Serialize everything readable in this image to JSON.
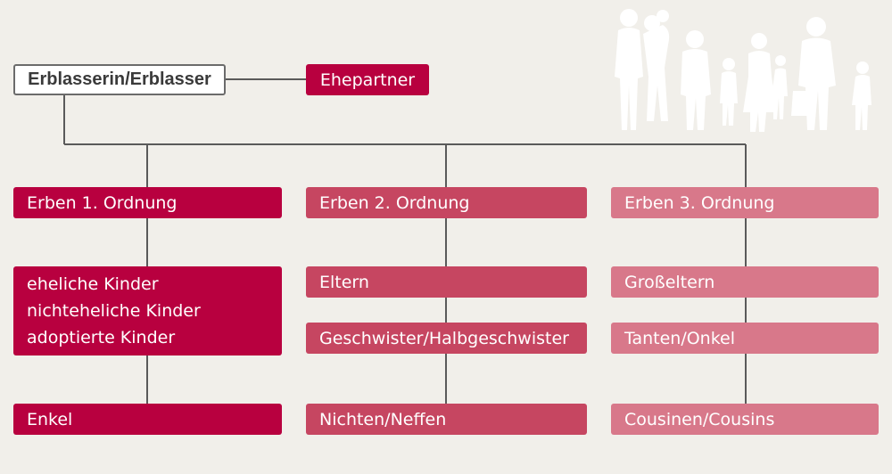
{
  "root": {
    "label": "Erblasserin/Erblasser"
  },
  "spouse": {
    "label": "Ehepartner"
  },
  "orders": [
    {
      "heading": "Erben 1. Ordnung",
      "members": [
        "eheliche Kinder",
        "nichteheliche Kinder",
        "adoptierte Kinder"
      ],
      "descendants": "Enkel",
      "color": "#b8003f"
    },
    {
      "heading": "Erben 2. Ordnung",
      "members": [
        "Eltern"
      ],
      "siblings": "Geschwister/Halbgeschwister",
      "descendants": "Nichten/Neffen",
      "color": "#c64661"
    },
    {
      "heading": "Erben 3. Ordnung",
      "members": [
        "Großeltern"
      ],
      "siblings": "Tanten/Onkel",
      "descendants": "Cousinen/Cousins",
      "color": "#d8788a"
    }
  ],
  "colors": {
    "background": "#f1efea",
    "lines": "#5a5a5a",
    "silhouettes": "#ffffff"
  },
  "decoration": {
    "icon": "family-silhouette-icon"
  }
}
